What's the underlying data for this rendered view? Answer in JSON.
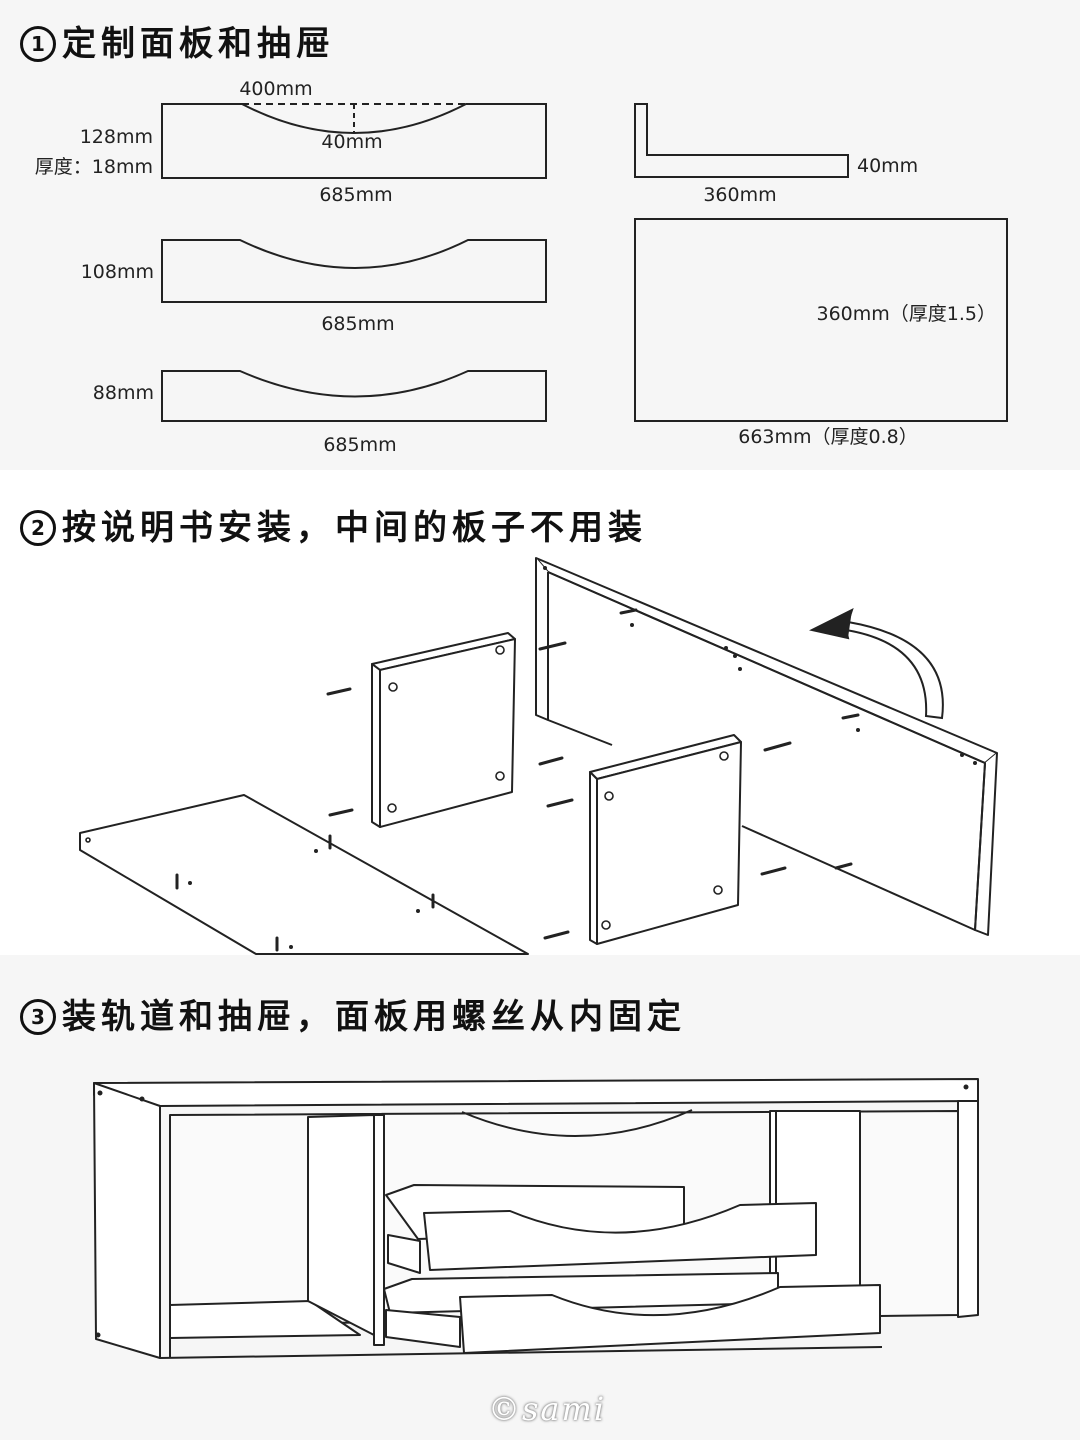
{
  "steps": [
    {
      "num": "1",
      "title": "定制面板和抽屉"
    },
    {
      "num": "2",
      "title": "按说明书安装，中间的板子不用装"
    },
    {
      "num": "3",
      "title": "装轨道和抽屉，面板用螺丝从内固定"
    }
  ],
  "panels": {
    "top_width": "400mm",
    "depth": "40mm",
    "h1": "128mm",
    "thickness": "厚度：18mm",
    "w1": "685mm",
    "h2": "108mm",
    "w2": "685mm",
    "h3": "88mm",
    "w3": "685mm"
  },
  "bracket": {
    "side": "40mm",
    "length": "360mm"
  },
  "bottom_board": {
    "depth": "360mm（厚度1.5）",
    "width": "663mm（厚度0.8）"
  },
  "watermark": "©sami"
}
